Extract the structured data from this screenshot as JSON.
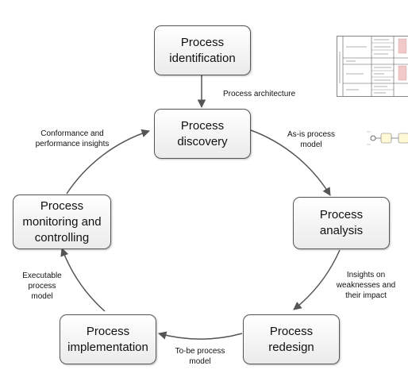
{
  "nodes": {
    "identification": "Process\nidentification",
    "discovery": "Process\ndiscovery",
    "analysis": "Process\nanalysis",
    "redesign": "Process\nredesign",
    "implementation": "Process\nimplementation",
    "monitoring": "Process\nmonitoring and\ncontrolling"
  },
  "edges": {
    "architecture": "Process architecture",
    "as_is": "As-is process\nmodel",
    "insights": "Insights on\nweaknesses and\ntheir impact",
    "to_be": "To-be process\nmodel",
    "executable": "Executable\nprocess\nmodel",
    "conformance": "Conformance and\nperformance insights"
  },
  "colors": {
    "box_border": "#555555",
    "box_fill_top": "#ffffff",
    "box_fill_bottom": "#ebebeb",
    "arrow": "#555555",
    "thumb_highlight": "#f2c9c9"
  }
}
